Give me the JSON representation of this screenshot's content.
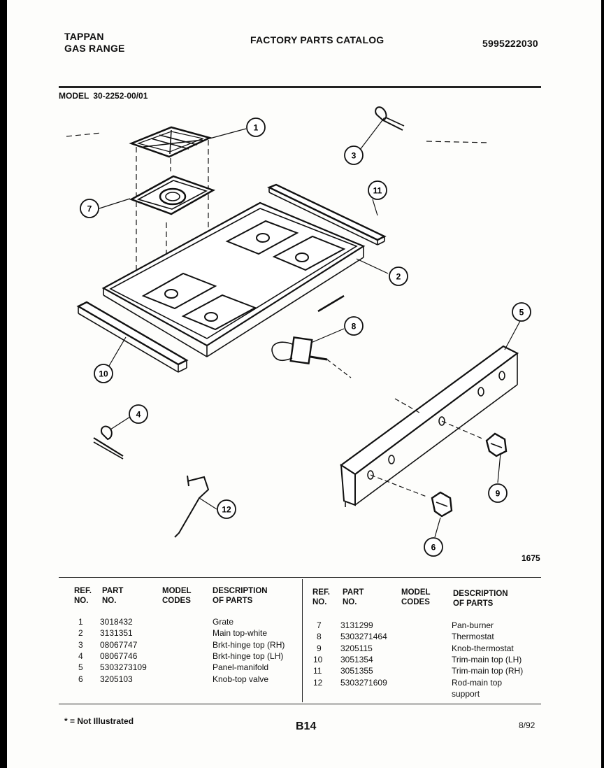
{
  "header": {
    "brand": "TAPPAN",
    "product": "GAS RANGE",
    "title": "FACTORY PARTS CATALOG",
    "catalog_number": "5995222030"
  },
  "model": {
    "label": "MODEL",
    "number": "30-2252-00/01"
  },
  "diagram": {
    "figure_number": "1675",
    "callouts": [
      "1",
      "2",
      "3",
      "4",
      "5",
      "6",
      "7",
      "8",
      "9",
      "10",
      "11",
      "12"
    ]
  },
  "table": {
    "headers": {
      "ref_line1": "REF.",
      "ref_line2": "NO.",
      "part_line1": "PART",
      "part_line2": "NO.",
      "codes_line1": "MODEL",
      "codes_line2": "CODES",
      "desc_line1": "DESCRIPTION",
      "desc_line2": "OF PARTS"
    },
    "left_rows": [
      {
        "ref": "1",
        "part": "3018432",
        "desc": "Grate"
      },
      {
        "ref": "2",
        "part": "3131351",
        "desc": "Main top-white"
      },
      {
        "ref": "3",
        "part": "08067747",
        "desc": "Brkt-hinge top (RH)"
      },
      {
        "ref": "4",
        "part": "08067746",
        "desc": "Brkt-hinge top (LH)"
      },
      {
        "ref": "5",
        "part": "5303273109",
        "desc": "Panel-manifold"
      },
      {
        "ref": "6",
        "part": "3205103",
        "desc": "Knob-top valve"
      }
    ],
    "right_rows": [
      {
        "ref": "7",
        "part": "3131299",
        "desc": "Pan-burner"
      },
      {
        "ref": "8",
        "part": "5303271464",
        "desc": "Thermostat"
      },
      {
        "ref": "9",
        "part": "3205115",
        "desc": "Knob-thermostat"
      },
      {
        "ref": "10",
        "part": "3051354",
        "desc": "Trim-main top (LH)"
      },
      {
        "ref": "11",
        "part": "3051355",
        "desc": "Trim-main top (RH)"
      },
      {
        "ref": "12",
        "part": "5303271609",
        "desc": "Rod-main top"
      },
      {
        "ref": "",
        "part": "",
        "desc": "support"
      }
    ]
  },
  "footer": {
    "note": "* = Not Illustrated",
    "page_code": "B14",
    "date": "8/92"
  }
}
